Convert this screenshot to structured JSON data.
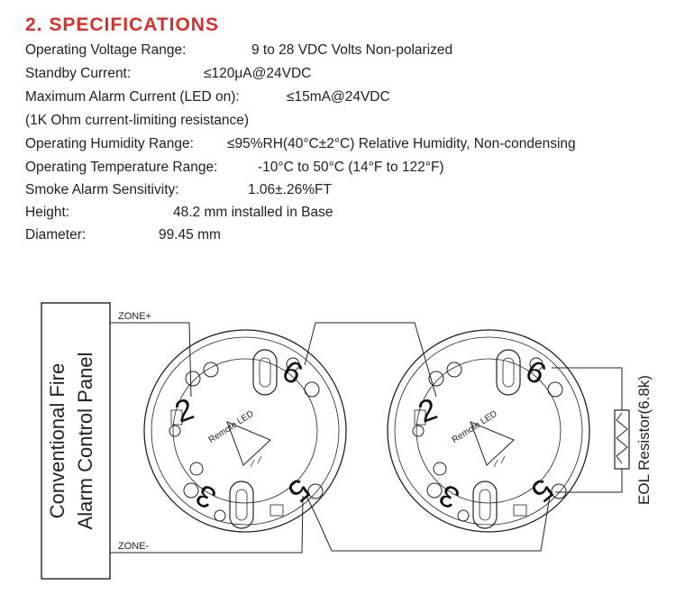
{
  "heading": "2. SPECIFICATIONS",
  "specs": [
    {
      "label": "Operating Voltage Range:",
      "value": "9 to 28 VDC Volts Non-polarized"
    },
    {
      "label": "Standby Current:",
      "value": "≤120μA@24VDC"
    },
    {
      "label": "Maximum Alarm Current (LED on):",
      "value": "≤15mA@24VDC"
    },
    {
      "label": "(1K Ohm current-limiting resistance)",
      "value": ""
    },
    {
      "label": "Operating Humidity Range:",
      "value": "≤95%RH(40°C±2°C) Relative Humidity, Non-condensing"
    },
    {
      "label": "Operating Temperature Range:",
      "value": "-10°C to 50°C (14°F to 122°F)"
    },
    {
      "label": "Smoke Alarm Sensitivity:",
      "value": "1.06±.26%FT"
    },
    {
      "label": "Height:",
      "value": "48.2 mm installed in Base"
    },
    {
      "label": "Diameter:",
      "value": "99.45 mm"
    }
  ],
  "diagram": {
    "panel_line1": "Conventional  Fire",
    "panel_line2": "Alarm  Control  Panel",
    "zone_plus": "ZONE+",
    "zone_minus": "ZONE-",
    "eol_label": "EOL Resistor(6.8k)",
    "base_left": {
      "t2": "2",
      "t6": "6",
      "t3": "3",
      "t5": "5",
      "led": "Remote LED"
    },
    "base_right": {
      "t2": "2",
      "t6": "6",
      "t3": "3",
      "t5": "5",
      "led": "Remote LED"
    }
  }
}
